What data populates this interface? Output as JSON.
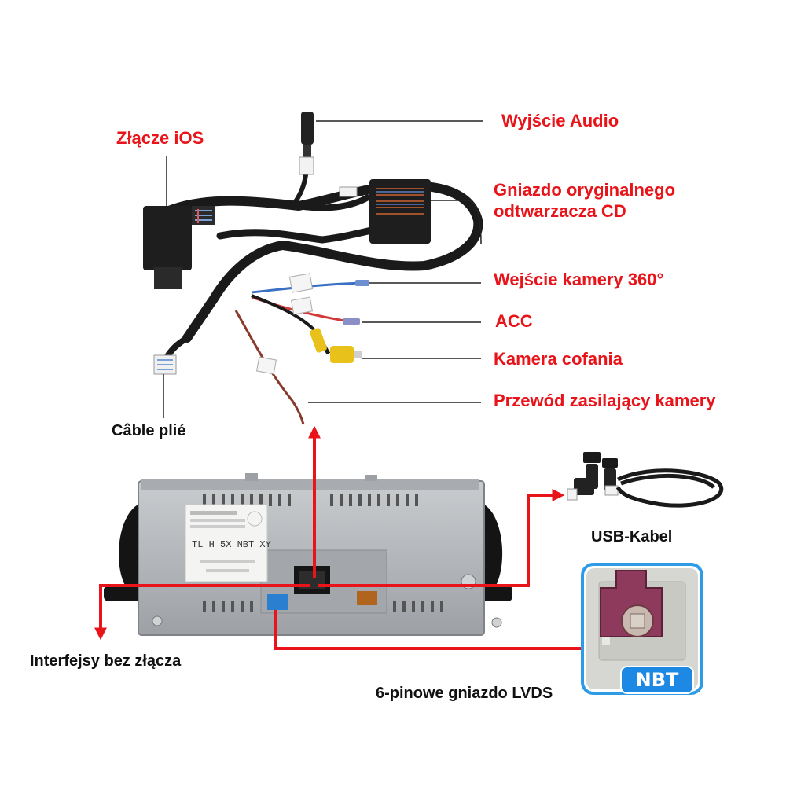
{
  "labels": {
    "ios_connector": "Złącze iOS",
    "audio_output": "Wyjście Audio",
    "original_cd_socket_line1": "Gniazdo oryginalnego",
    "original_cd_socket_line2": "odtwarzacza CD",
    "camera_360_input": "Wejście kamery 360°",
    "acc": "ACC",
    "reverse_camera": "Kamera cofania",
    "camera_power_cable": "Przewód zasilający kamery",
    "cable_plie": "Câble plié",
    "usb_cable": "USB-Kabel",
    "connectorless_interfaces": "Interfejsy bez złącza",
    "lvds_socket": "6-pinowe gniazdo LVDS"
  },
  "badge": {
    "text": "NBT"
  },
  "plate": {
    "model": "TL H 5X NBT XY"
  },
  "colors": {
    "label_red": "#e8141a",
    "arrow_red": "#e8141a",
    "leader_line": "#222222",
    "harness": "#1a1a1a",
    "unit_metal": "#b9bcbf",
    "badge_blue": "#1e88e5",
    "lvds_pink": "#8e3a5c"
  }
}
